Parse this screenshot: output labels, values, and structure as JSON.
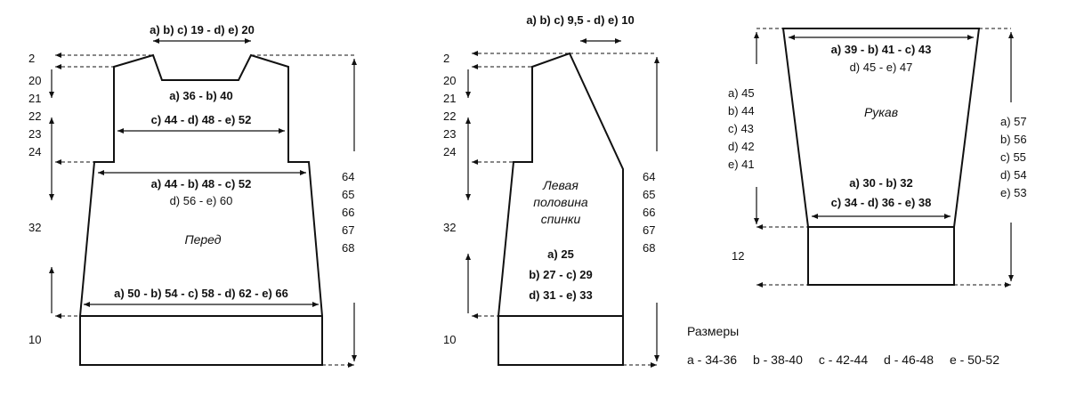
{
  "front": {
    "neck_width": "a) b) c) 19 - d) e) 20",
    "shoulder_line_1": "a) 36 - b) 40",
    "shoulder_line_2": "c) 44 - d) 48 - e) 52",
    "chest_line_1": "a) 44 - b) 48 - c) 52",
    "chest_line_2": "d) 56 - e) 60",
    "title": "Перед",
    "hem_width": "a) 50 - b) 54 - c) 58 - d) 62 - e) 66",
    "left_2": "2",
    "left_20": "20",
    "left_21": "21",
    "left_22": "22",
    "left_23": "23",
    "left_24": "24",
    "left_32": "32",
    "left_10": "10",
    "right_64": "64",
    "right_65": "65",
    "right_66": "66",
    "right_67": "67",
    "right_68": "68"
  },
  "back": {
    "neck_width": "a) b) c) 9,5 - d) e) 10",
    "title_1": "Левая",
    "title_2": "половина",
    "title_3": "спинки",
    "width_a": "a) 25",
    "width_bc": "b) 27 - c) 29",
    "width_de": "d) 31 - e) 33",
    "left_2": "2",
    "left_20": "20",
    "left_21": "21",
    "left_22": "22",
    "left_23": "23",
    "left_24": "24",
    "left_32": "32",
    "left_10": "10",
    "right_64": "64",
    "right_65": "65",
    "right_66": "66",
    "right_67": "67",
    "right_68": "68"
  },
  "sleeve": {
    "top_line_1": "a) 39 - b) 41 - c) 43",
    "top_line_2": "d) 45 - e) 47",
    "title": "Рукав",
    "bottom_line_1": "a) 30 - b) 32",
    "bottom_line_2": "c) 34 - d) 36 - e) 38",
    "left_a": "a) 45",
    "left_b": "b) 44",
    "left_c": "c) 43",
    "left_d": "d) 42",
    "left_e": "e) 41",
    "left_12": "12",
    "right_a": "a) 57",
    "right_b": "b) 56",
    "right_c": "c) 55",
    "right_d": "d) 54",
    "right_e": "e) 53"
  },
  "legend": {
    "title": "Размеры",
    "sizes": [
      "a - 34-36",
      "b - 38-40",
      "c - 42-44",
      "d - 46-48",
      "e - 50-52"
    ]
  }
}
